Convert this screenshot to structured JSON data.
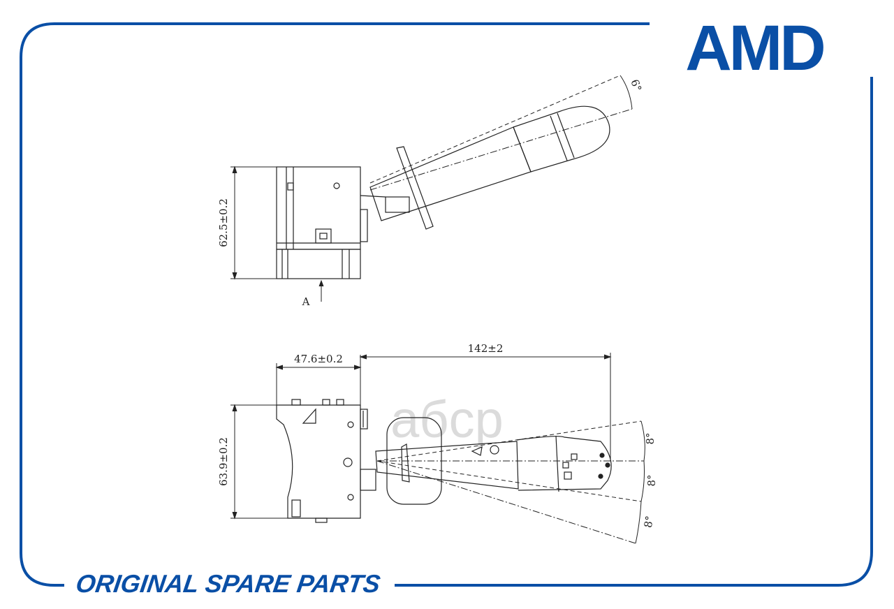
{
  "brand": {
    "logo_text": "AMD",
    "color": "#0a4fa6",
    "watermark_text": "aбcp"
  },
  "footer": {
    "tagline": "ORIGINAL SPARE PARTS"
  },
  "drawing": {
    "side_view": {
      "height_dim": "62.5±0.2",
      "angle_label": "6°",
      "view_marker": "A"
    },
    "top_view": {
      "width_dim": "47.6±0.2",
      "length_dim": "142±2",
      "height_dim": "63.9±0.2",
      "angle_labels": [
        "8°",
        "8°",
        "8°"
      ]
    }
  }
}
